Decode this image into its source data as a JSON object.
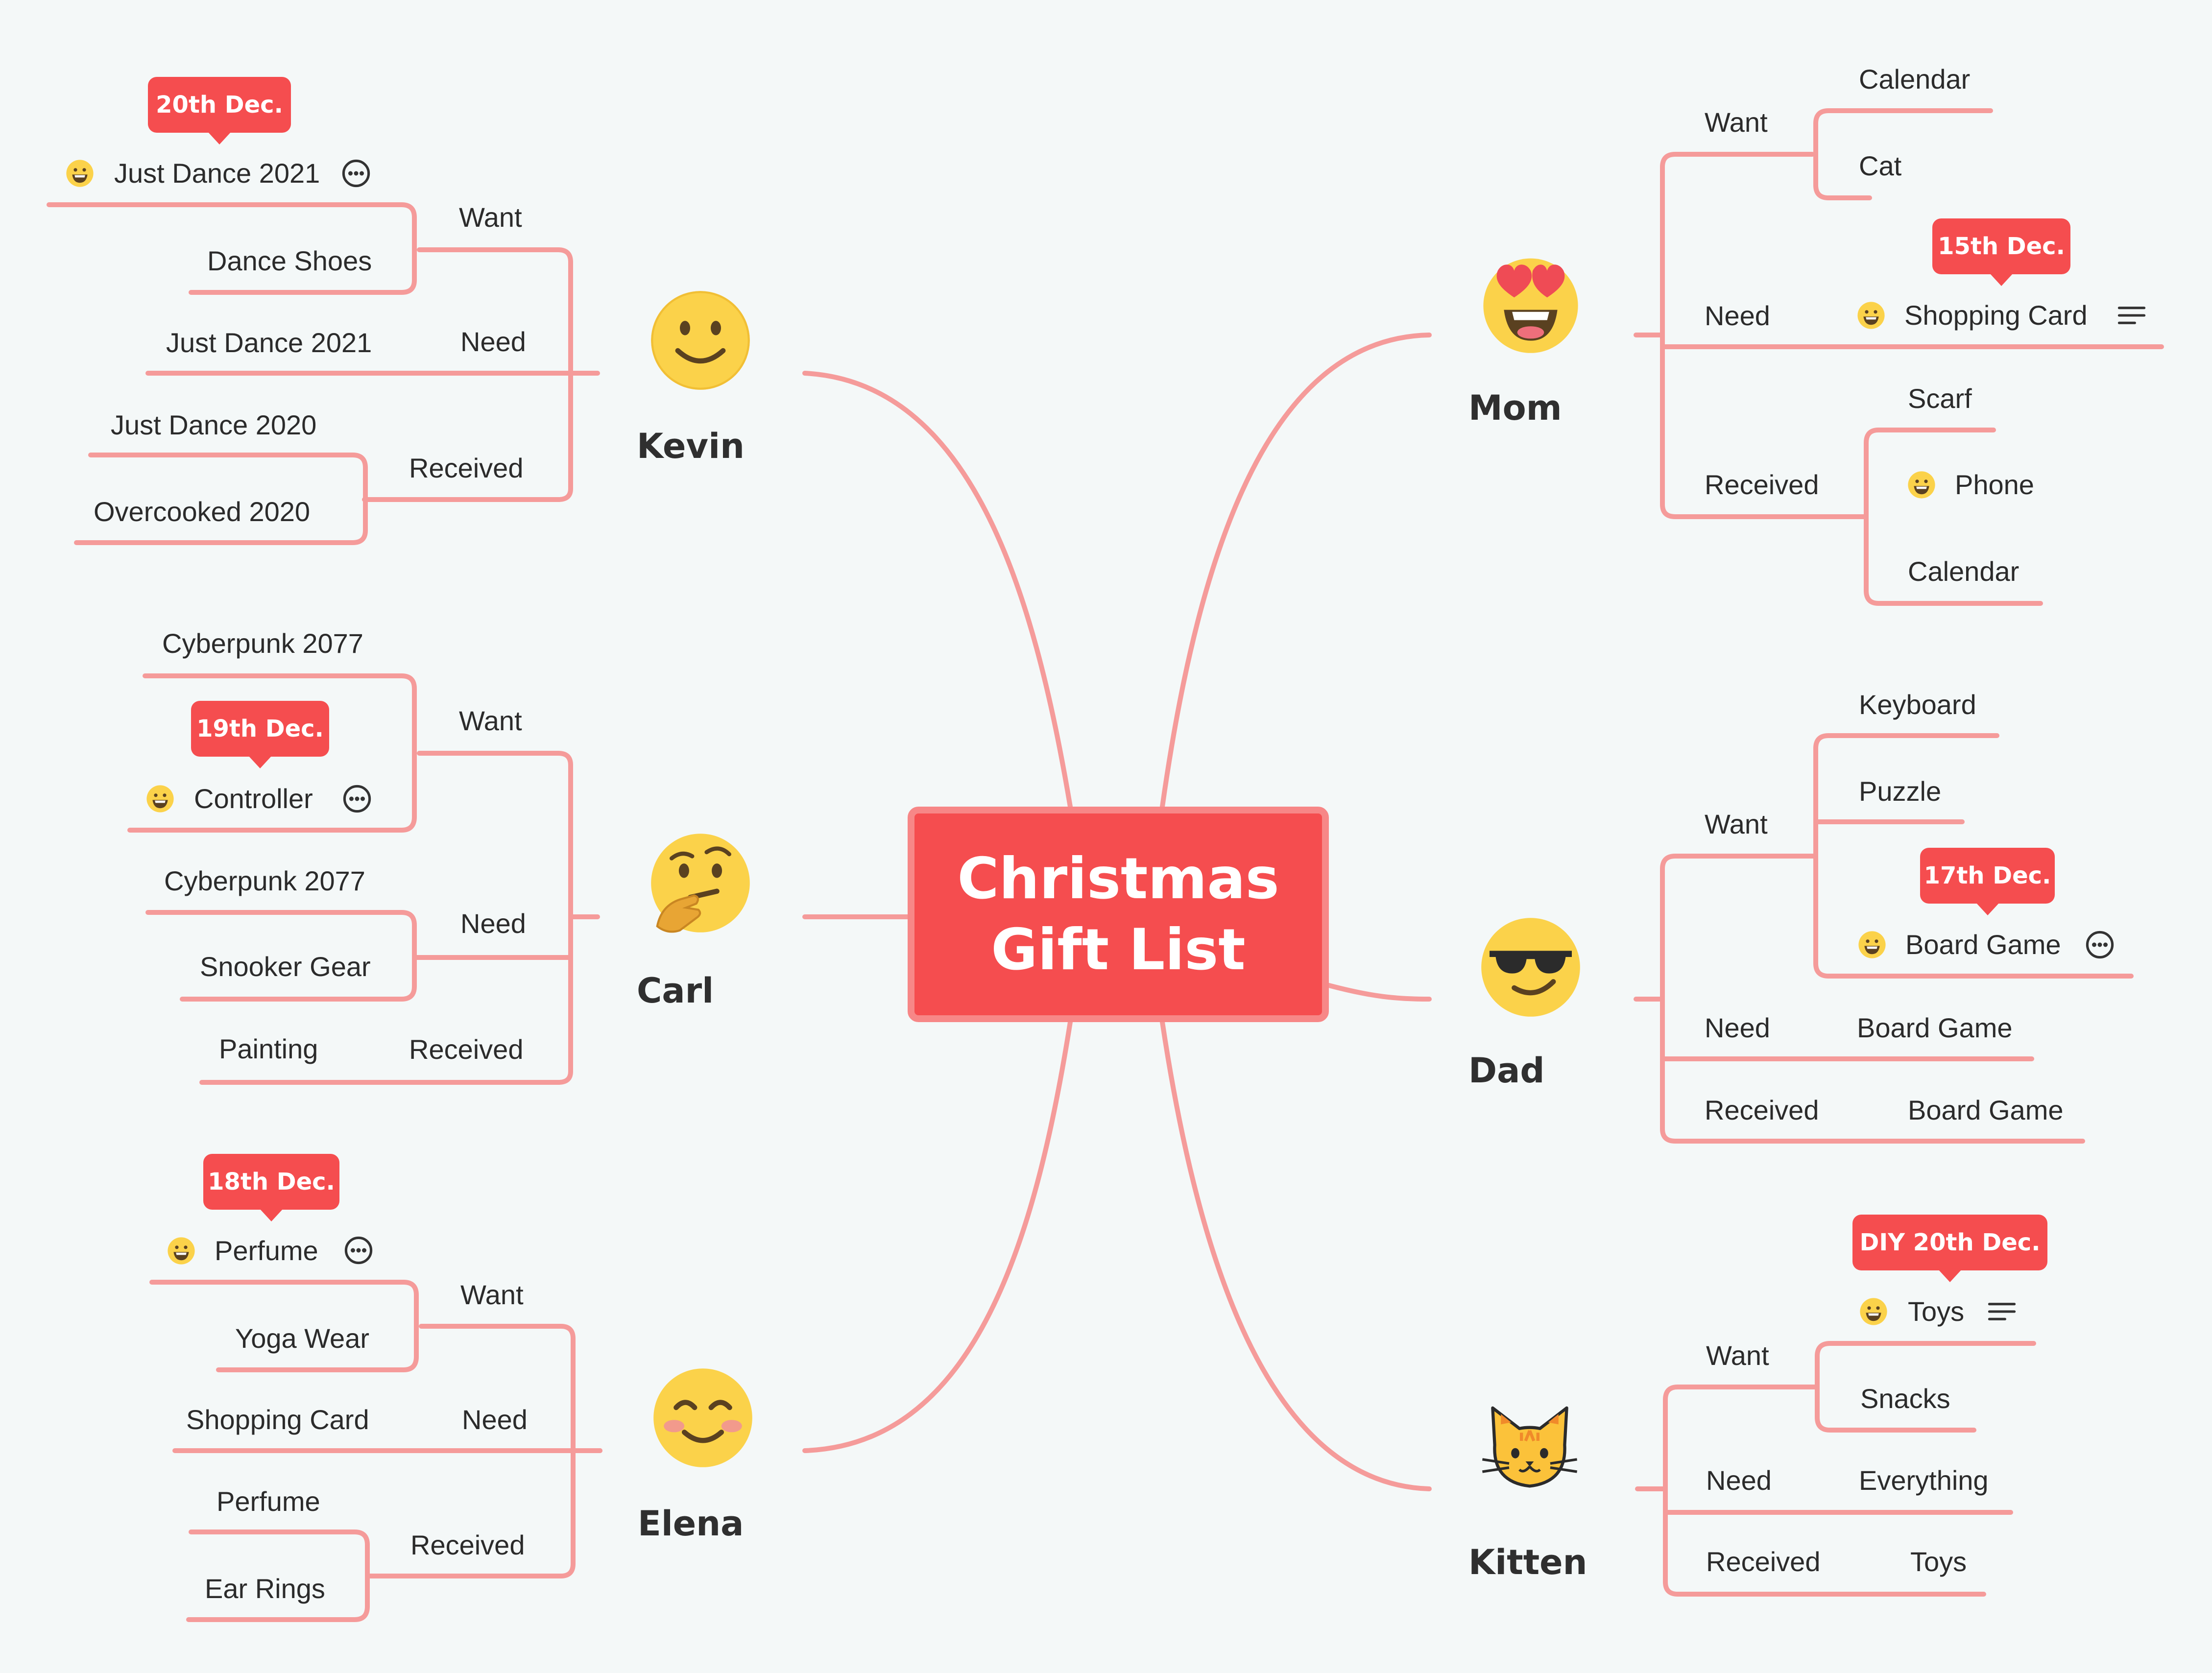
{
  "title": {
    "line1": "Christmas",
    "line2": "Gift List"
  },
  "people": [
    {
      "name": "Kevin",
      "icon": "smiling-face-icon"
    },
    {
      "name": "Carl",
      "icon": "thinking-face-icon"
    },
    {
      "name": "Elena",
      "icon": "blushing-face-icon"
    },
    {
      "name": "Mom",
      "icon": "heart-eyes-face-icon"
    },
    {
      "name": "Dad",
      "icon": "sunglasses-face-icon"
    },
    {
      "name": "Kitten",
      "icon": "cat-face-icon"
    }
  ],
  "kevin": {
    "want": "Want",
    "need": "Need",
    "received": "Received",
    "want_items": [
      "Just Dance 2021",
      "Dance Shoes"
    ],
    "need_items": [
      "Just Dance 2021"
    ],
    "received_items": [
      "Just Dance 2020",
      "Overcooked 2020"
    ],
    "callout": "20th Dec."
  },
  "carl": {
    "want": "Want",
    "need": "Need",
    "received": "Received",
    "want_items": [
      "Cyberpunk 2077",
      "Controller"
    ],
    "need_items": [
      "Cyberpunk 2077",
      "Snooker Gear"
    ],
    "received_items": [
      "Painting"
    ],
    "callout": "19th Dec."
  },
  "elena": {
    "want": "Want",
    "need": "Need",
    "received": "Received",
    "want_items": [
      "Perfume",
      "Yoga Wear"
    ],
    "need_items": [
      "Shopping Card"
    ],
    "received_items": [
      "Perfume",
      "Ear Rings"
    ],
    "callout": "18th Dec."
  },
  "mom": {
    "want": "Want",
    "need": "Need",
    "received": "Received",
    "want_items": [
      "Calendar",
      "Cat"
    ],
    "need_items": [
      "Shopping Card"
    ],
    "received_items": [
      "Scarf",
      "Phone",
      "Calendar"
    ],
    "callout": "15th Dec."
  },
  "dad": {
    "want": "Want",
    "need": "Need",
    "received": "Received",
    "want_items": [
      "Keyboard",
      "Puzzle",
      "Board Game"
    ],
    "need_items": [
      "Board Game"
    ],
    "received_items": [
      "Board Game"
    ],
    "callout": "17th Dec."
  },
  "kitten": {
    "want": "Want",
    "need": "Need",
    "received": "Received",
    "want_items": [
      "Toys",
      "Snacks"
    ],
    "need_items": [
      "Everything"
    ],
    "received_items": [
      "Toys"
    ],
    "callout": "DIY 20th Dec."
  },
  "colors": {
    "line": "#f59b9a",
    "accent": "#f54d4f",
    "background": "#f4f8f8"
  }
}
